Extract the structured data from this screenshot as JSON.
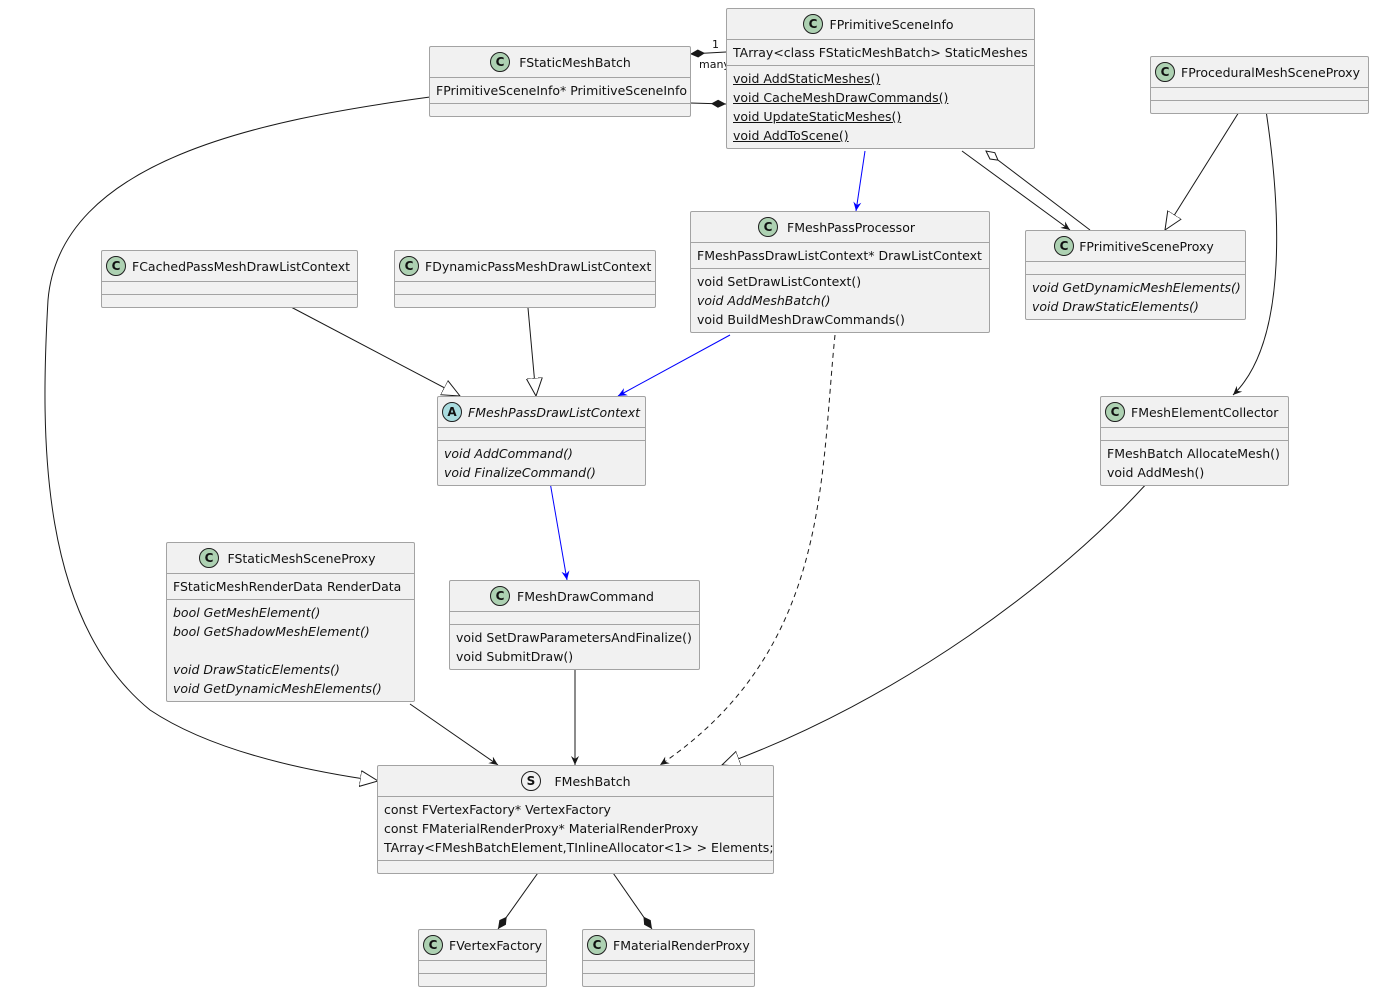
{
  "classes": {
    "fprimitivesceneinfo": {
      "stereo": "C",
      "name": "FPrimitiveSceneInfo",
      "fields": [
        "TArray<class FStaticMeshBatch> StaticMeshes"
      ],
      "methods": [
        "void AddStaticMeshes()",
        "void CacheMeshDrawCommands()",
        "void UpdateStaticMeshes()",
        "void AddToScene()"
      ]
    },
    "fstaticmeshbatch": {
      "stereo": "C",
      "name": "FStaticMeshBatch",
      "fields": [
        "FPrimitiveSceneInfo* PrimitiveSceneInfo"
      ]
    },
    "fproceduralmeshsceneproxy": {
      "stereo": "C",
      "name": "FProceduralMeshSceneProxy"
    },
    "fmeshpassprocessor": {
      "stereo": "C",
      "name": "FMeshPassProcessor",
      "fields": [
        "FMeshPassDrawListContext* DrawListContext"
      ],
      "methods": [
        "void SetDrawListContext()",
        "void AddMeshBatch()",
        "void BuildMeshDrawCommands()"
      ]
    },
    "fprimitivesceneproxy": {
      "stereo": "C",
      "name": "FPrimitiveSceneProxy",
      "methods": [
        "void GetDynamicMeshElements()",
        "void DrawStaticElements()"
      ]
    },
    "fcachedpassmeshdrawlistcontext": {
      "stereo": "C",
      "name": "FCachedPassMeshDrawListContext"
    },
    "fdynamicpassmeshdrawlistcontext": {
      "stereo": "C",
      "name": "FDynamicPassMeshDrawListContext"
    },
    "fmeshpassdrawlistcontext": {
      "stereo": "A",
      "name": "FMeshPassDrawListContext",
      "methods": [
        "void AddCommand()",
        "void FinalizeCommand()"
      ]
    },
    "fmeshelementcollector": {
      "stereo": "C",
      "name": "FMeshElementCollector",
      "methods": [
        "FMeshBatch AllocateMesh()",
        "void AddMesh()"
      ]
    },
    "fstaticmeshsceneproxy": {
      "stereo": "C",
      "name": "FStaticMeshSceneProxy",
      "fields": [
        "FStaticMeshRenderData RenderData"
      ],
      "methods": [
        "bool GetMeshElement()",
        "bool GetShadowMeshElement()",
        "",
        "void DrawStaticElements()",
        "void GetDynamicMeshElements()"
      ]
    },
    "fmeshdrawcommand": {
      "stereo": "C",
      "name": "FMeshDrawCommand",
      "methods": [
        "void SetDrawParametersAndFinalize()",
        "void SubmitDraw()"
      ]
    },
    "fmeshbatch": {
      "stereo": "S",
      "name": "FMeshBatch",
      "fields": [
        "const FVertexFactory* VertexFactory",
        "const FMaterialRenderProxy* MaterialRenderProxy",
        "TArray<FMeshBatchElement,TInlineAllocator<1> > Elements;"
      ]
    },
    "fvertexfactory": {
      "stereo": "C",
      "name": "FVertexFactory"
    },
    "fmaterialrenderproxy": {
      "stereo": "C",
      "name": "FMaterialRenderProxy"
    }
  },
  "relations": {
    "composition_one_label": "1",
    "composition_many_label": "many"
  },
  "colors": {
    "class_bg": "#f1f1f1",
    "class_border": "#a3a3a3",
    "circle_class": "#add1b2",
    "circle_abstract": "#a9dcdf",
    "line": "#181818",
    "blue_arrow": "#0000ff"
  }
}
